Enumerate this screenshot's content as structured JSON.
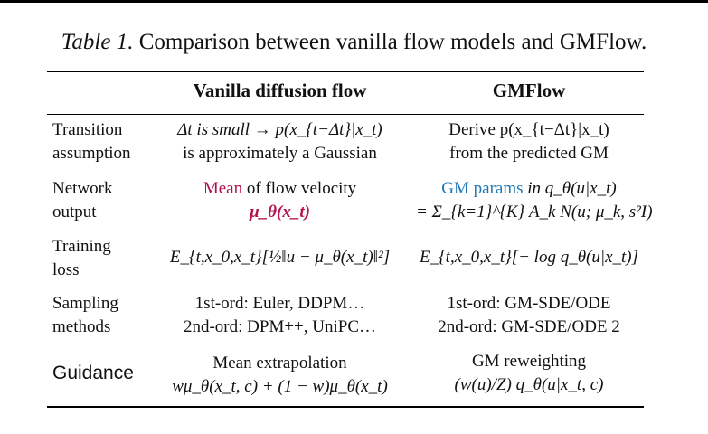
{
  "caption": {
    "label": "Table 1.",
    "text": "Comparison between vanilla flow models and GMFlow."
  },
  "headers": [
    "Vanilla diffusion flow",
    "GMFlow"
  ],
  "rows": [
    {
      "label": [
        "Transition",
        "assumption"
      ],
      "vanilla": [
        "Δt is small → p(x_{t−Δt}|x_t)",
        "is approximately a Gaussian"
      ],
      "gmflow": [
        "Derive p(x_{t−Δt}|x_t)",
        "from the predicted GM"
      ]
    },
    {
      "label": [
        "Network",
        "output"
      ],
      "vanilla": [
        "Mean",
        "of flow velocity",
        "μ_θ(x_t)"
      ],
      "gmflow": [
        "GM params",
        "in q_θ(u|x_t)",
        "= Σ_{k=1}^{K} A_k N(u; μ_k, s²I)"
      ]
    },
    {
      "label": [
        "Training",
        "loss"
      ],
      "vanilla": [
        "E_{t,x_0,x_t}[½‖u − μ_θ(x_t)‖²]"
      ],
      "gmflow": [
        "E_{t,x_0,x_t}[− log q_θ(u|x_t)]"
      ]
    },
    {
      "label": [
        "Sampling",
        "methods"
      ],
      "vanilla": [
        "1st-ord: Euler, DDPM…",
        "2nd-ord: DPM++, UniPC…"
      ],
      "gmflow": [
        "1st-ord: GM-SDE/ODE",
        "2nd-ord: GM-SDE/ODE 2"
      ]
    },
    {
      "label": [
        "Guidance"
      ],
      "vanilla": [
        "Mean extrapolation",
        "wμ_θ(x_t, c) + (1 − w)μ_θ(x_t)"
      ],
      "gmflow": [
        "GM reweighting",
        "(w(u)/Z) q_θ(u|x_t, c)"
      ]
    }
  ],
  "colors": {
    "mean_highlight": "#b3124e",
    "gm_highlight": "#1f77b4"
  }
}
